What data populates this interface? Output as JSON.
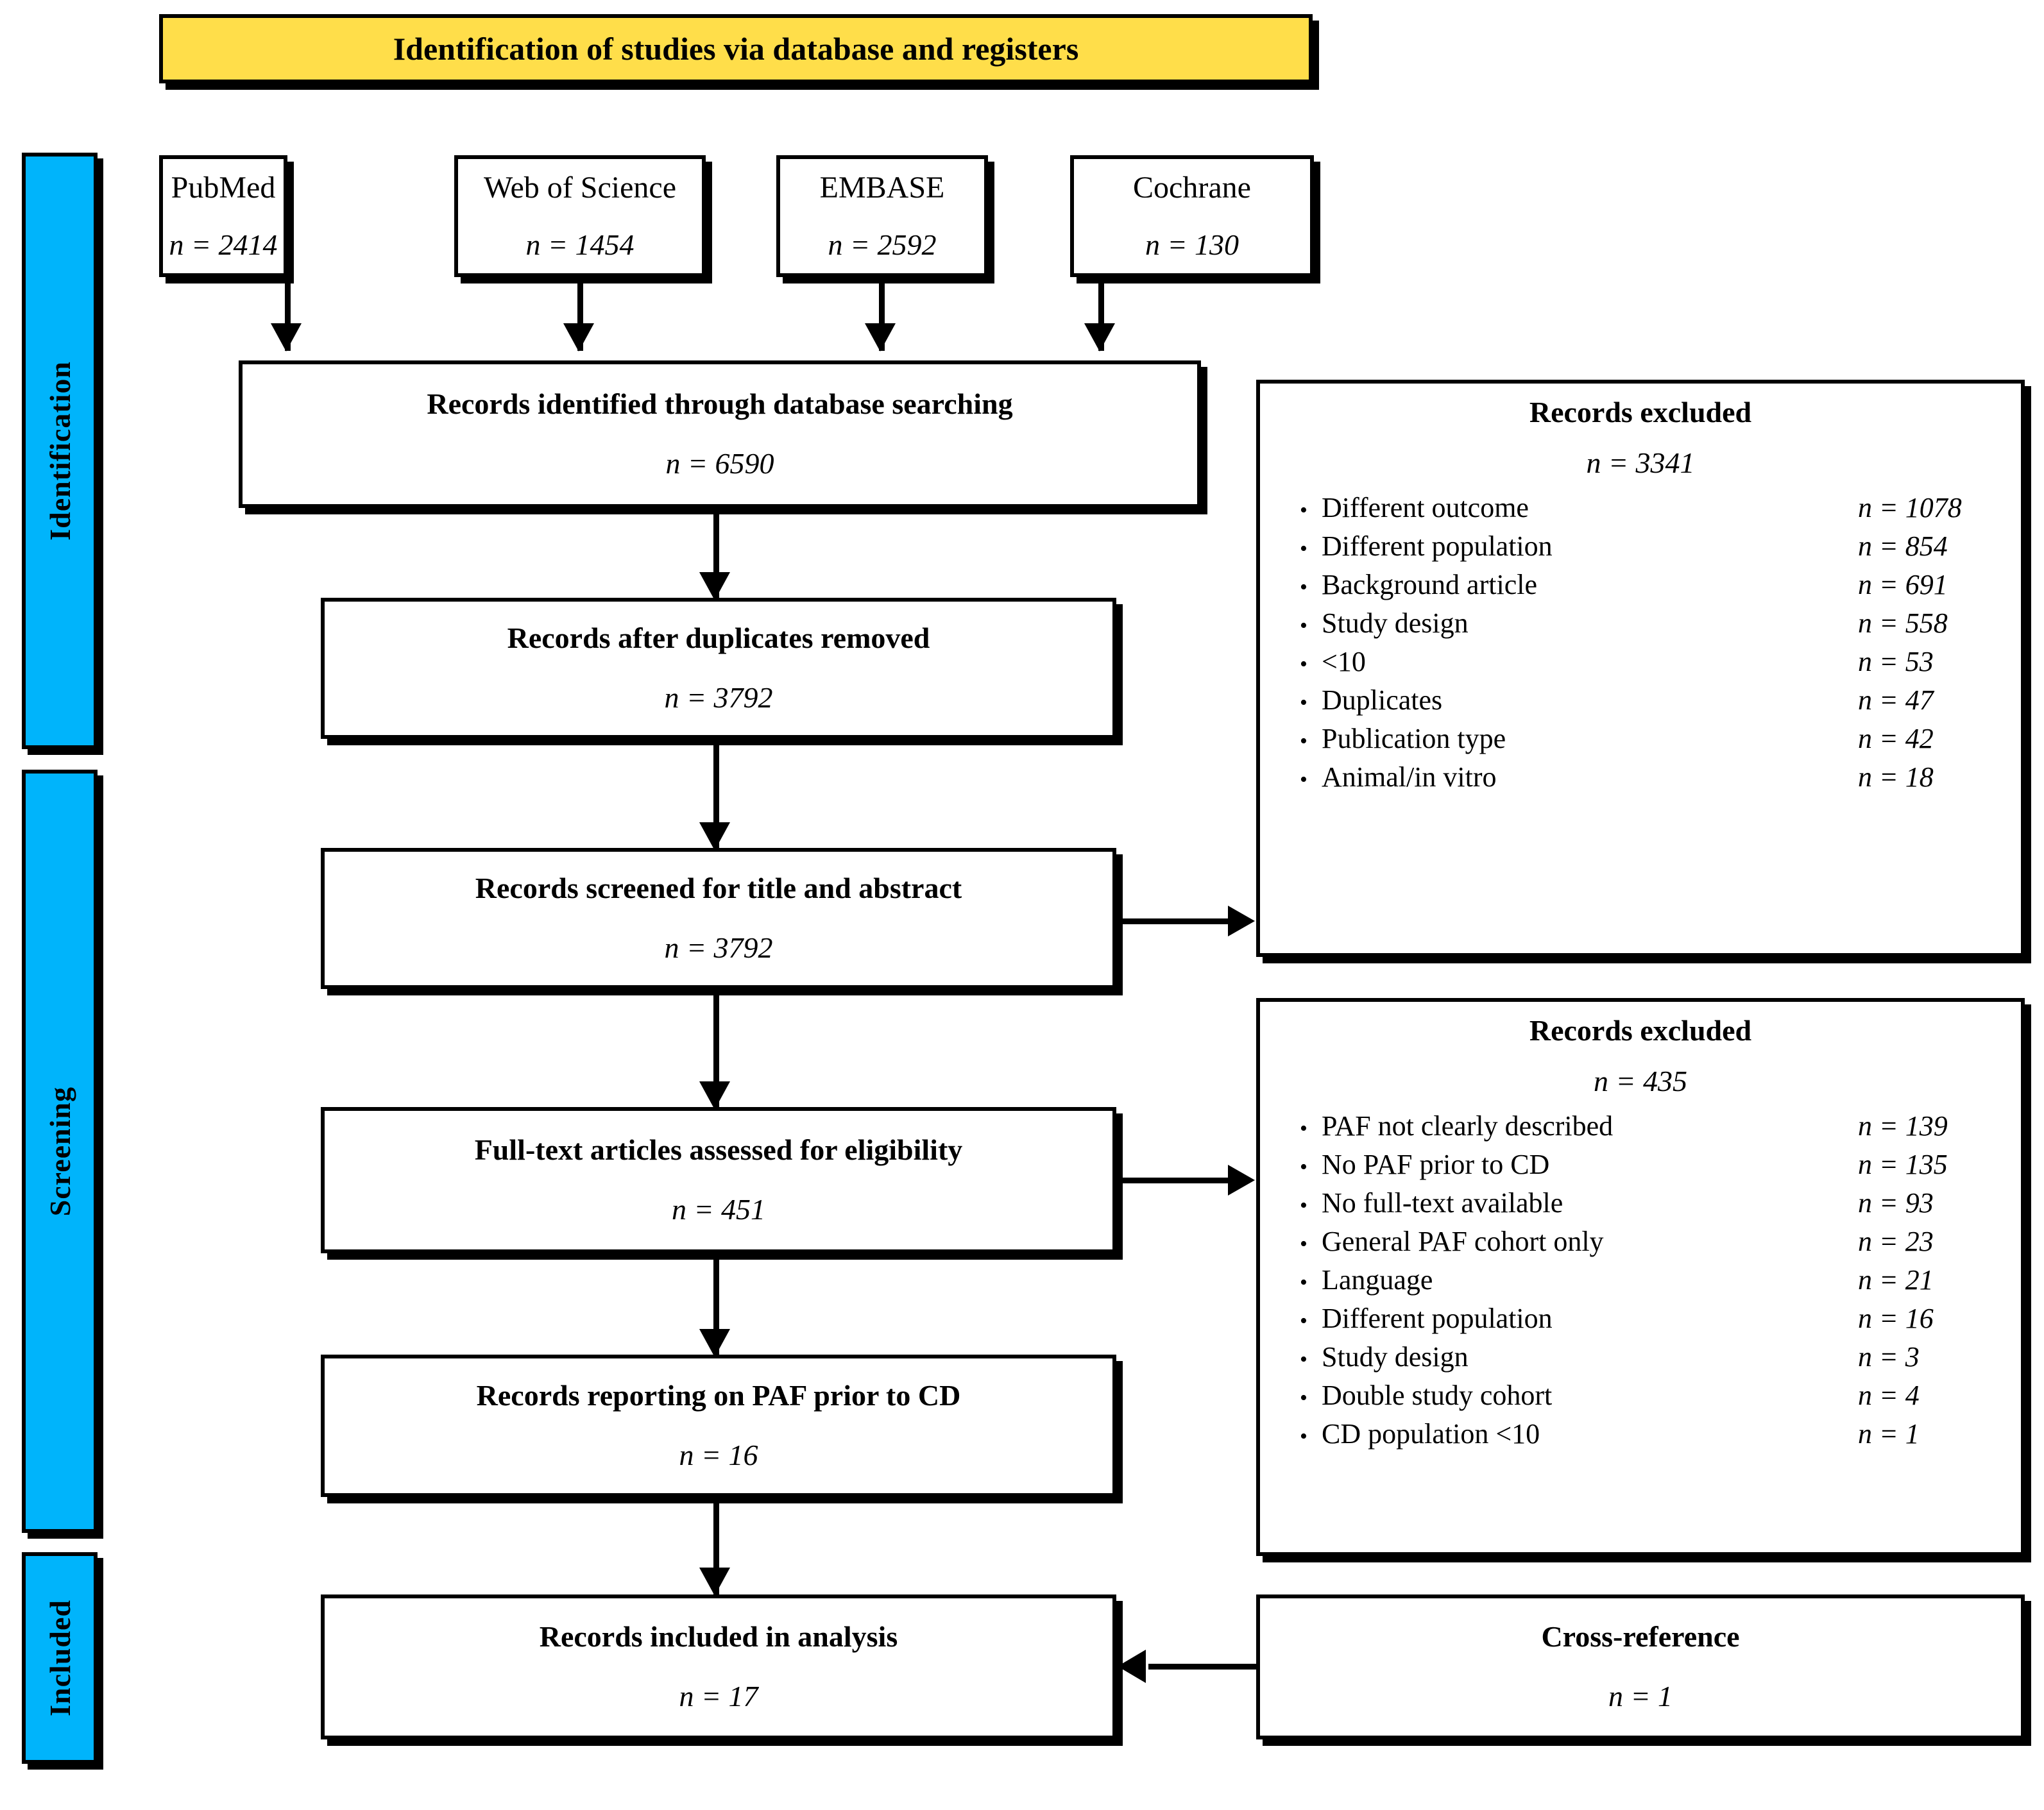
{
  "banner": {
    "title": "Identification of studies via database and registers"
  },
  "colors": {
    "banner_fill": "#FFDE4A",
    "phase_fill": "#00B4FB",
    "line": "#000000",
    "box_fill": "#FFFFFF"
  },
  "phases": [
    {
      "label": "Identification"
    },
    {
      "label": "Screening"
    },
    {
      "label": "Included"
    }
  ],
  "sources": [
    {
      "name": "PubMed",
      "n": "n = 2414"
    },
    {
      "name": "Web of Science",
      "n": "n = 1454"
    },
    {
      "name": "EMBASE",
      "n": "n = 2592"
    },
    {
      "name": "Cochrane",
      "n": "n = 130"
    }
  ],
  "flow": [
    {
      "title": "Records identified through database searching",
      "n": "n = 6590"
    },
    {
      "title": "Records after duplicates removed",
      "n": "n = 3792"
    },
    {
      "title": "Records screened for title and abstract",
      "n": "n = 3792"
    },
    {
      "title": "Full-text articles assessed for eligibility",
      "n": "n = 451"
    },
    {
      "title": "Records reporting on PAF prior to CD",
      "n": "n = 16"
    },
    {
      "title": "Records included in analysis",
      "n": "n = 17"
    }
  ],
  "excluded_screening": {
    "title": "Records excluded",
    "n": "n = 3341",
    "bullet": "•",
    "reasons": [
      {
        "label": "Different outcome",
        "n": "n = 1078"
      },
      {
        "label": "Different population",
        "n": "n = 854"
      },
      {
        "label": "Background article",
        "n": "n = 691"
      },
      {
        "label": "Study design",
        "n": "n = 558"
      },
      {
        "label": "<10",
        "n": "n = 53"
      },
      {
        "label": "Duplicates",
        "n": "n = 47"
      },
      {
        "label": "Publication type",
        "n": "n = 42"
      },
      {
        "label": "Animal/in vitro",
        "n": "n = 18"
      }
    ]
  },
  "excluded_fulltext": {
    "title": "Records excluded",
    "n": "n = 435",
    "bullet": "•",
    "reasons": [
      {
        "label": "PAF not clearly described",
        "n": "n = 139"
      },
      {
        "label": "No PAF prior to CD",
        "n": "n = 135"
      },
      {
        "label": "No full-text available",
        "n": "n = 93"
      },
      {
        "label": "General PAF cohort only",
        "n": "n = 23"
      },
      {
        "label": "Language",
        "n": "n = 21"
      },
      {
        "label": "Different population",
        "n": "n = 16"
      },
      {
        "label": "Study design",
        "n": "n = 3"
      },
      {
        "label": "Double study cohort",
        "n": "n = 4"
      },
      {
        "label": "CD population <10",
        "n": "n = 1"
      }
    ]
  },
  "cross_reference": {
    "title": "Cross-reference",
    "n": "n = 1"
  }
}
